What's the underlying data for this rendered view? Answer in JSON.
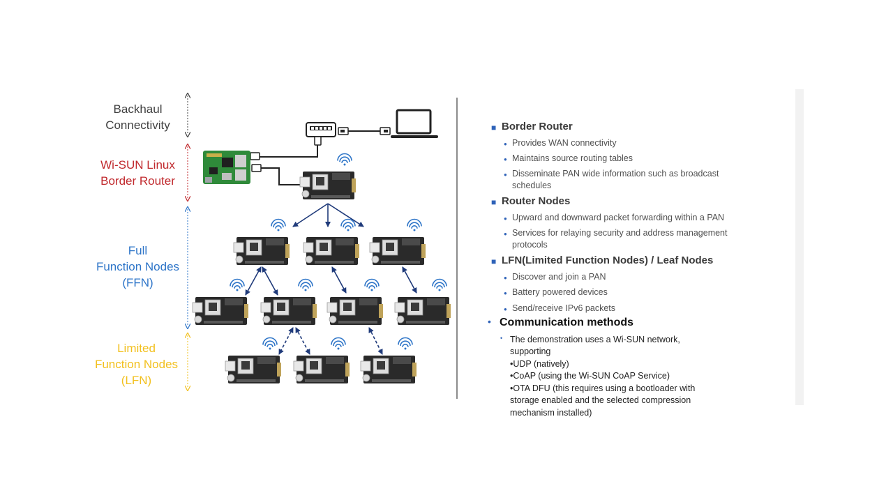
{
  "left_labels": {
    "backhaul": [
      "Backhaul",
      "Connectivity"
    ],
    "border_router": [
      "Wi-SUN Linux",
      "Border Router"
    ],
    "ffn": [
      "Full",
      "Function Nodes",
      "(FFN)"
    ],
    "lfn": [
      "Limited",
      "Function Nodes",
      "(LFN)"
    ]
  },
  "colors": {
    "backhaul": "#404040",
    "border_router": "#c0282c",
    "ffn": "#2e75c8",
    "lfn": "#f2c01e",
    "arrow": "#1f3a7a",
    "bullet": "#2e62b8"
  },
  "right_panel": {
    "sections": [
      {
        "title": "Border Router",
        "items": [
          "Provides WAN connectivity",
          "Maintains source routing tables",
          [
            "Disseminate PAN wide information such as broadcast",
            "schedules"
          ]
        ]
      },
      {
        "title": "Router Nodes",
        "items": [
          "Upward and downward packet forwarding within a PAN",
          [
            "Services for relaying security and address management",
            "protocols"
          ]
        ]
      },
      {
        "title": "LFN(Limited Function Nodes) / Leaf Nodes",
        "items": [
          "Discover and join a PAN",
          "Battery powered devices",
          "Send/receive IPv6 packets"
        ]
      }
    ],
    "comm": {
      "title": "Communication methods",
      "lines": [
        "The demonstration uses a Wi-SUN network,",
        "supporting",
        "•UDP (natively)",
        "•CoAP (using the Wi-SUN CoAP Service)",
        "•OTA DFU (this requires using a bootloader with",
        "storage enabled and the selected compression",
        "mechanism installed)"
      ]
    }
  }
}
